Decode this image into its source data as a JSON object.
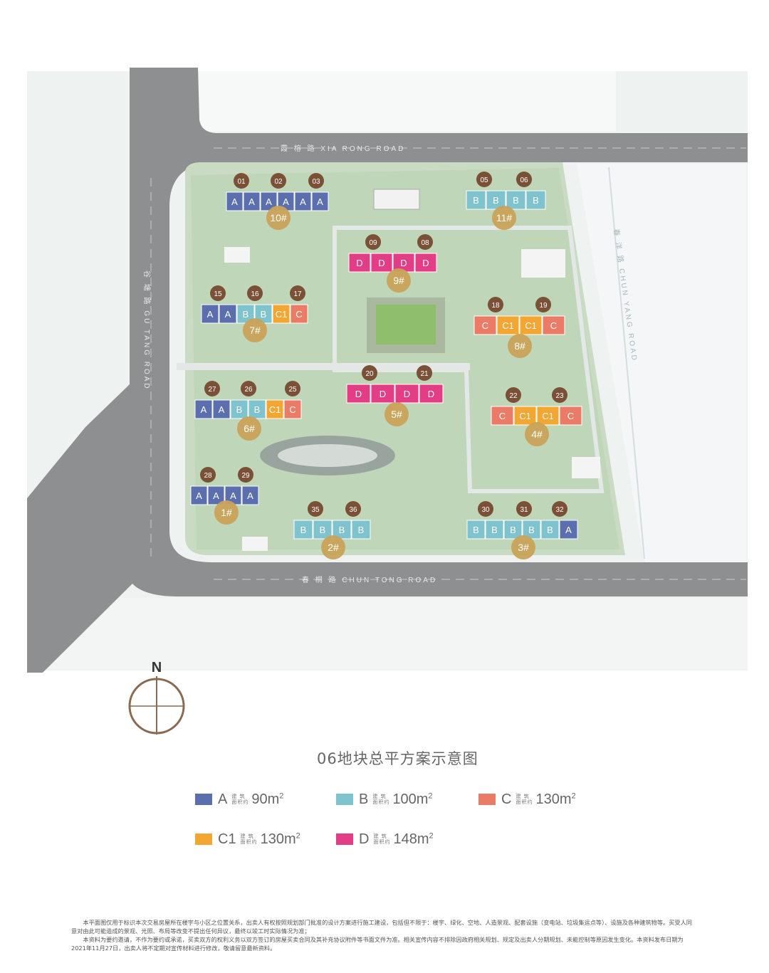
{
  "roads": {
    "north": "霞 榕 路 XIA RONG ROAD",
    "south": "春 桐 路 CHUN TONG ROAD",
    "west": "谷 塘 路 GU TANG ROAD",
    "east": "春 洋 路 CHUN YANG ROAD"
  },
  "compass": {
    "label": "N"
  },
  "colors": {
    "A": "#5b6fae",
    "B": "#7fc3cf",
    "C": "#ea7b66",
    "C1": "#f3a732",
    "D": "#e33d85",
    "marker_brown": "#7a5036",
    "marker_gold": "#c9a259"
  },
  "buildings": [
    {
      "name": "10#",
      "units": [
        "A",
        "A",
        "A",
        "A",
        "A",
        "A"
      ],
      "numbers": [
        "01",
        "02",
        "03"
      ]
    },
    {
      "name": "11#",
      "units": [
        "B",
        "B",
        "B",
        "B"
      ],
      "numbers": [
        "05",
        "06"
      ]
    },
    {
      "name": "9#",
      "units": [
        "D",
        "D",
        "D",
        "D"
      ],
      "numbers": [
        "09",
        "08"
      ]
    },
    {
      "name": "7#",
      "units": [
        "A",
        "A",
        "B",
        "B",
        "C1",
        "C"
      ],
      "numbers": [
        "15",
        "16",
        "17"
      ]
    },
    {
      "name": "8#",
      "units": [
        "C",
        "C1",
        "C1",
        "C"
      ],
      "numbers": [
        "18",
        "19"
      ]
    },
    {
      "name": "5#",
      "units": [
        "D",
        "D",
        "D",
        "D"
      ],
      "numbers": [
        "20",
        "21"
      ]
    },
    {
      "name": "6#",
      "units": [
        "A",
        "A",
        "B",
        "B",
        "C1",
        "C"
      ],
      "numbers": [
        "27",
        "26",
        "25"
      ]
    },
    {
      "name": "4#",
      "units": [
        "C",
        "C1",
        "C1",
        "C"
      ],
      "numbers": [
        "22",
        "23"
      ]
    },
    {
      "name": "1#",
      "units": [
        "A",
        "A",
        "A",
        "A"
      ],
      "numbers": [
        "28",
        "29"
      ]
    },
    {
      "name": "2#",
      "units": [
        "B",
        "B",
        "B",
        "B"
      ],
      "numbers": [
        "35",
        "36"
      ]
    },
    {
      "name": "3#",
      "units": [
        "B",
        "B",
        "B",
        "B",
        "B",
        "A"
      ],
      "numbers": [
        "30",
        "31",
        "32"
      ]
    }
  ],
  "title": "06地块总平方案示意图",
  "legend": {
    "area_label_top": "建 筑",
    "area_label_bottom": "面积约",
    "items": [
      {
        "code": "A",
        "area": "90m",
        "sup": "2"
      },
      {
        "code": "B",
        "area": "100m",
        "sup": "2"
      },
      {
        "code": "C",
        "area": "130m",
        "sup": "2"
      },
      {
        "code": "C1",
        "area": "130m",
        "sup": "2"
      },
      {
        "code": "D",
        "area": "148m",
        "sup": "2"
      }
    ]
  },
  "disclaimer": [
    "本平面图仅用于标识本次交易房屋所在楼宇与小区之位置关系，出卖人有权按照规划部门批准的设计方案进行施工建设，包括但不限于：楼宇、绿化、空地、人造景观、配套设施（变电站、垃圾集运点等）、设施及各种建筑物等。买受人同意对由此可能造成的景观、光照、布局等改变不提出任何异议，最终以竣工时实际情况为准；",
    "本资料为要约邀请，不作为要约或承诺，买卖双方的权利义务以双方签订的房屋买卖合同及其补充协议附件等书面文件为准。相关宣传内容不排除因政府相关规划、规定及出卖人分期规划、未能控制等原因发生变化。本资料发布日期为2021年11月27日，出卖人将不定期对宣传材料进行修改，敬请留意最新资料。"
  ]
}
